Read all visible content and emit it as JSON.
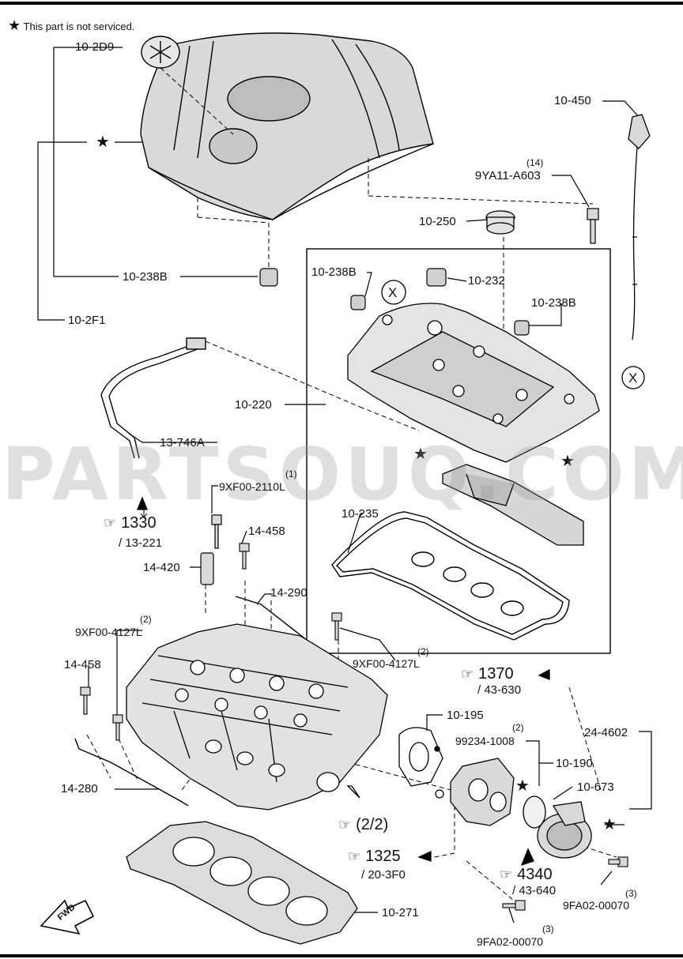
{
  "legend": {
    "symbol": "★",
    "text": "This part is not serviced."
  },
  "watermark": "PARTSOUQ.COM",
  "labels": {
    "l_10_2D9": "10-2D9",
    "l_10_450": "10-450",
    "l_14_q": "(14)",
    "l_9YA11": "9YA11-A603",
    "l_10_250": "10-250",
    "l_10_238B_a": "10-238B",
    "l_10_232": "10-232",
    "l_10_238B_b": "10-238B",
    "l_10_238B_c": "10-238B",
    "l_10_2F1": "10-2F1",
    "l_10_220": "10-220",
    "l_13_746A": "13-746A",
    "l_1_q": "(1)",
    "l_9XF00_2110L": "9XF00-2110L",
    "l_14_458_a": "14-458",
    "l_14_420": "14-420",
    "l_10_235": "10-235",
    "l_14_290": "14-290",
    "l_2_q_a": "(2)",
    "l_9XF00_4127L_a": "9XF00-4127L",
    "l_2_q_b": "(2)",
    "l_9XF00_4127L_b": "9XF00-4127L",
    "l_14_458_b": "14-458",
    "l_10_195": "10-195",
    "l_2_q_c": "(2)",
    "l_99234": "99234-1008",
    "l_24_4602": "24-4602",
    "l_10_190": "10-190",
    "l_10_673": "10-673",
    "l_14_280": "14-280",
    "l_3_q_a": "(3)",
    "l_9FA02_a": "9FA02-00070",
    "l_3_q_b": "(3)",
    "l_9FA02_b": "9FA02-00070",
    "l_10_271": "10-271",
    "fwd": "FWD",
    "x_mark": "X"
  },
  "refs": {
    "r1330": "1330",
    "r1330_sub": "/ 13-221",
    "r1370": "1370",
    "r1370_sub": "/ 43-630",
    "r1325": "1325",
    "r1325_sub": "/ 20-3F0",
    "r4340": "4340",
    "r4340_sub": "/ 43-640",
    "r22": "(2/2)"
  }
}
